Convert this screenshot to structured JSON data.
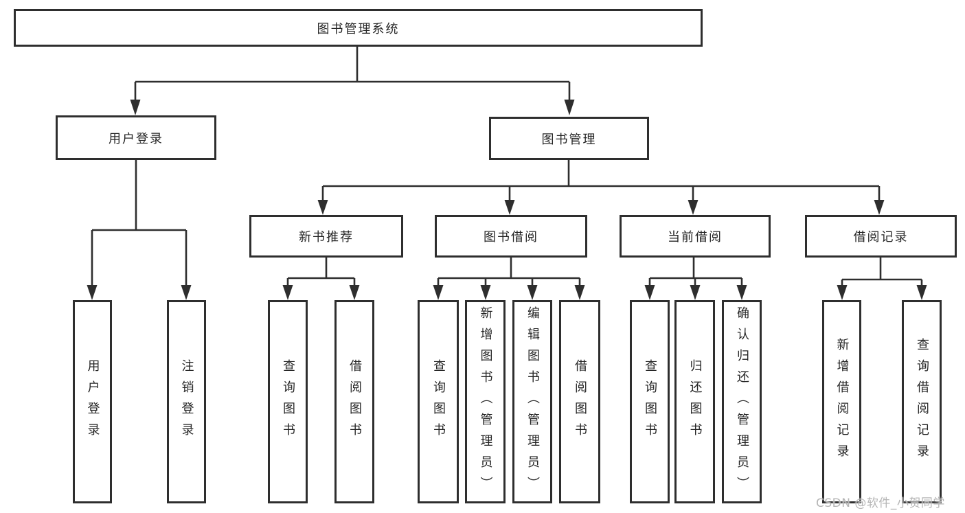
{
  "diagram_title": "图书管理系统",
  "colors": {
    "border": "#2e2e2e",
    "line": "#2e2e2e",
    "text": "#262626",
    "watermark": "#b5b5b5",
    "background": "#ffffff"
  },
  "watermark": "CSDN @软件_小贺同学",
  "nodes": {
    "root": {
      "label": "图书管理系统"
    },
    "user_login": {
      "label": "用户登录"
    },
    "book_mgmt": {
      "label": "图书管理"
    },
    "new_book_rec": {
      "label": "新书推荐"
    },
    "book_borrow": {
      "label": "图书借阅"
    },
    "current_borrow": {
      "label": "当前借阅"
    },
    "borrow_record": {
      "label": "借阅记录"
    },
    "leaf_user_login": {
      "label": "用户登录"
    },
    "leaf_logout": {
      "label": "注销登录"
    },
    "leaf_query_book_a": {
      "label": "查询图书"
    },
    "leaf_borrow_book_a": {
      "label": "借阅图书"
    },
    "leaf_query_book_b": {
      "label": "查询图书"
    },
    "leaf_add_book": {
      "label": "新增图书（管理员）"
    },
    "leaf_edit_book": {
      "label": "编辑图书（管理员）"
    },
    "leaf_borrow_book_b": {
      "label": "借阅图书"
    },
    "leaf_query_book_c": {
      "label": "查询图书"
    },
    "leaf_return_book": {
      "label": "归还图书"
    },
    "leaf_confirm_return": {
      "label": "确认归还（管理员）"
    },
    "leaf_add_record": {
      "label": "新增借阅记录"
    },
    "leaf_query_record": {
      "label": "查询借阅记录"
    }
  },
  "hierarchy": {
    "图书管理系统": {
      "用户登录": [
        "用户登录",
        "注销登录"
      ],
      "图书管理": {
        "新书推荐": [
          "查询图书",
          "借阅图书"
        ],
        "图书借阅": [
          "查询图书",
          "新增图书（管理员）",
          "编辑图书（管理员）",
          "借阅图书"
        ],
        "当前借阅": [
          "查询图书",
          "归还图书",
          "确认归还（管理员）"
        ],
        "借阅记录": [
          "新增借阅记录",
          "查询借阅记录"
        ]
      }
    }
  }
}
